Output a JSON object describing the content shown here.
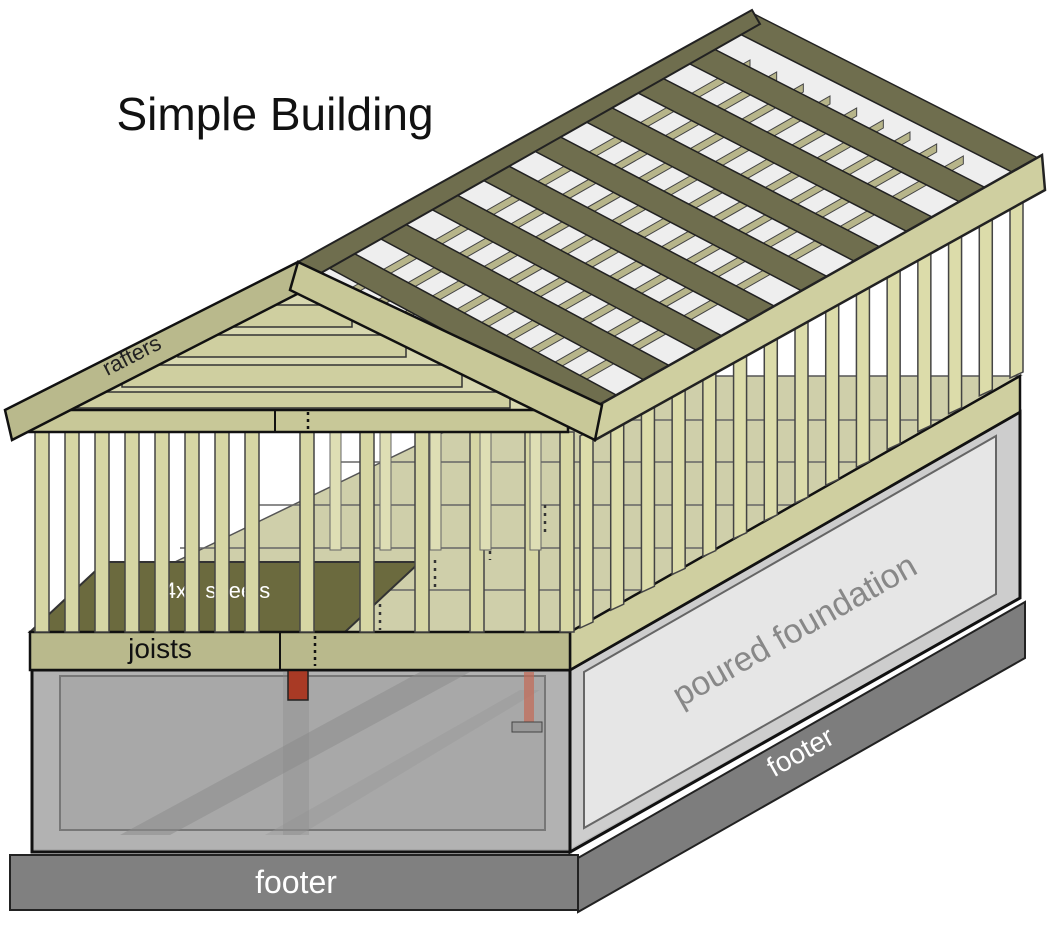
{
  "title": "Simple Building",
  "labels": {
    "rafters": "rafters",
    "sheets": "4x8 sheets",
    "joists": "joists",
    "poured_foundation": "poured foundation",
    "footer_side": "footer",
    "footer_front": "footer"
  },
  "colors": {
    "lumber": "#c8c898",
    "roof_frame": "#6f6e4e",
    "sheet": "#6b6a3e",
    "foundation": "#b5b5b5",
    "footer": "#7a7a7a",
    "beam": "#a93a25"
  }
}
